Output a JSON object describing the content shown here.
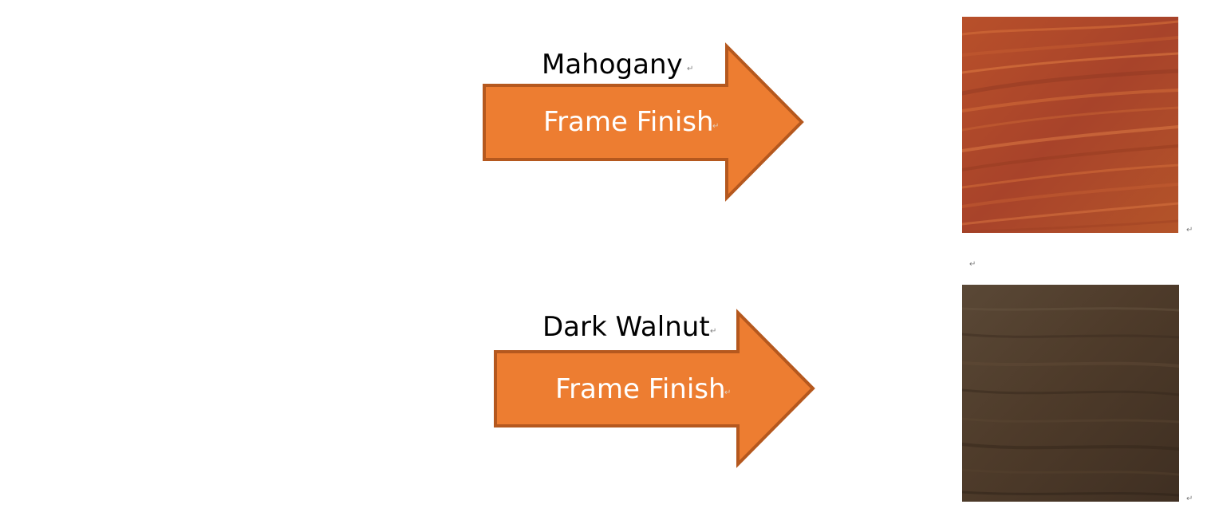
{
  "finishes": [
    {
      "name": "Mahogany",
      "label": "Frame Finish",
      "swatch_color": "#b24a25"
    },
    {
      "name": "Dark Walnut",
      "label": "Frame Finish",
      "swatch_color": "#4e3a2a"
    }
  ],
  "colors": {
    "arrow_fill": "#ed7d31",
    "arrow_stroke": "#b5581e"
  },
  "paragraph_mark": "↵"
}
